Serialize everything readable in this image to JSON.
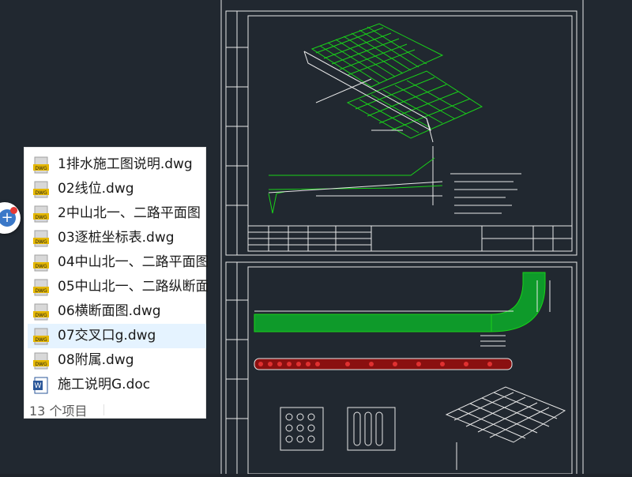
{
  "explorer": {
    "files": [
      {
        "name": "1排水施工图说明.dwg",
        "type": "dwg",
        "selected": false
      },
      {
        "name": "02线位.dwg",
        "type": "dwg",
        "selected": false
      },
      {
        "name": "2中山北一、二路平面图",
        "type": "dwg",
        "selected": false
      },
      {
        "name": "03逐桩坐标表.dwg",
        "type": "dwg",
        "selected": false
      },
      {
        "name": "04中山北一、二路平面图",
        "type": "dwg",
        "selected": false
      },
      {
        "name": "05中山北一、二路纵断面",
        "type": "dwg",
        "selected": false
      },
      {
        "name": "06横断面图.dwg",
        "type": "dwg",
        "selected": false
      },
      {
        "name": "07交叉口g.dwg",
        "type": "dwg",
        "selected": true
      },
      {
        "name": "08附属.dwg",
        "type": "dwg",
        "selected": false
      },
      {
        "name": "施工说明G.doc",
        "type": "doc",
        "selected": false
      }
    ],
    "status_text": "13 个项目"
  },
  "icons": {
    "dwg": "dwg-file-icon",
    "doc": "word-doc-icon",
    "fab": "add-icon"
  },
  "colors": {
    "cad_background": "#212830",
    "cad_line_green": "#19d219",
    "cad_line_white": "#e8e8e8",
    "cad_line_red": "#e03030",
    "selection": "#e5f3ff",
    "accent_blue": "#3a78c8"
  }
}
